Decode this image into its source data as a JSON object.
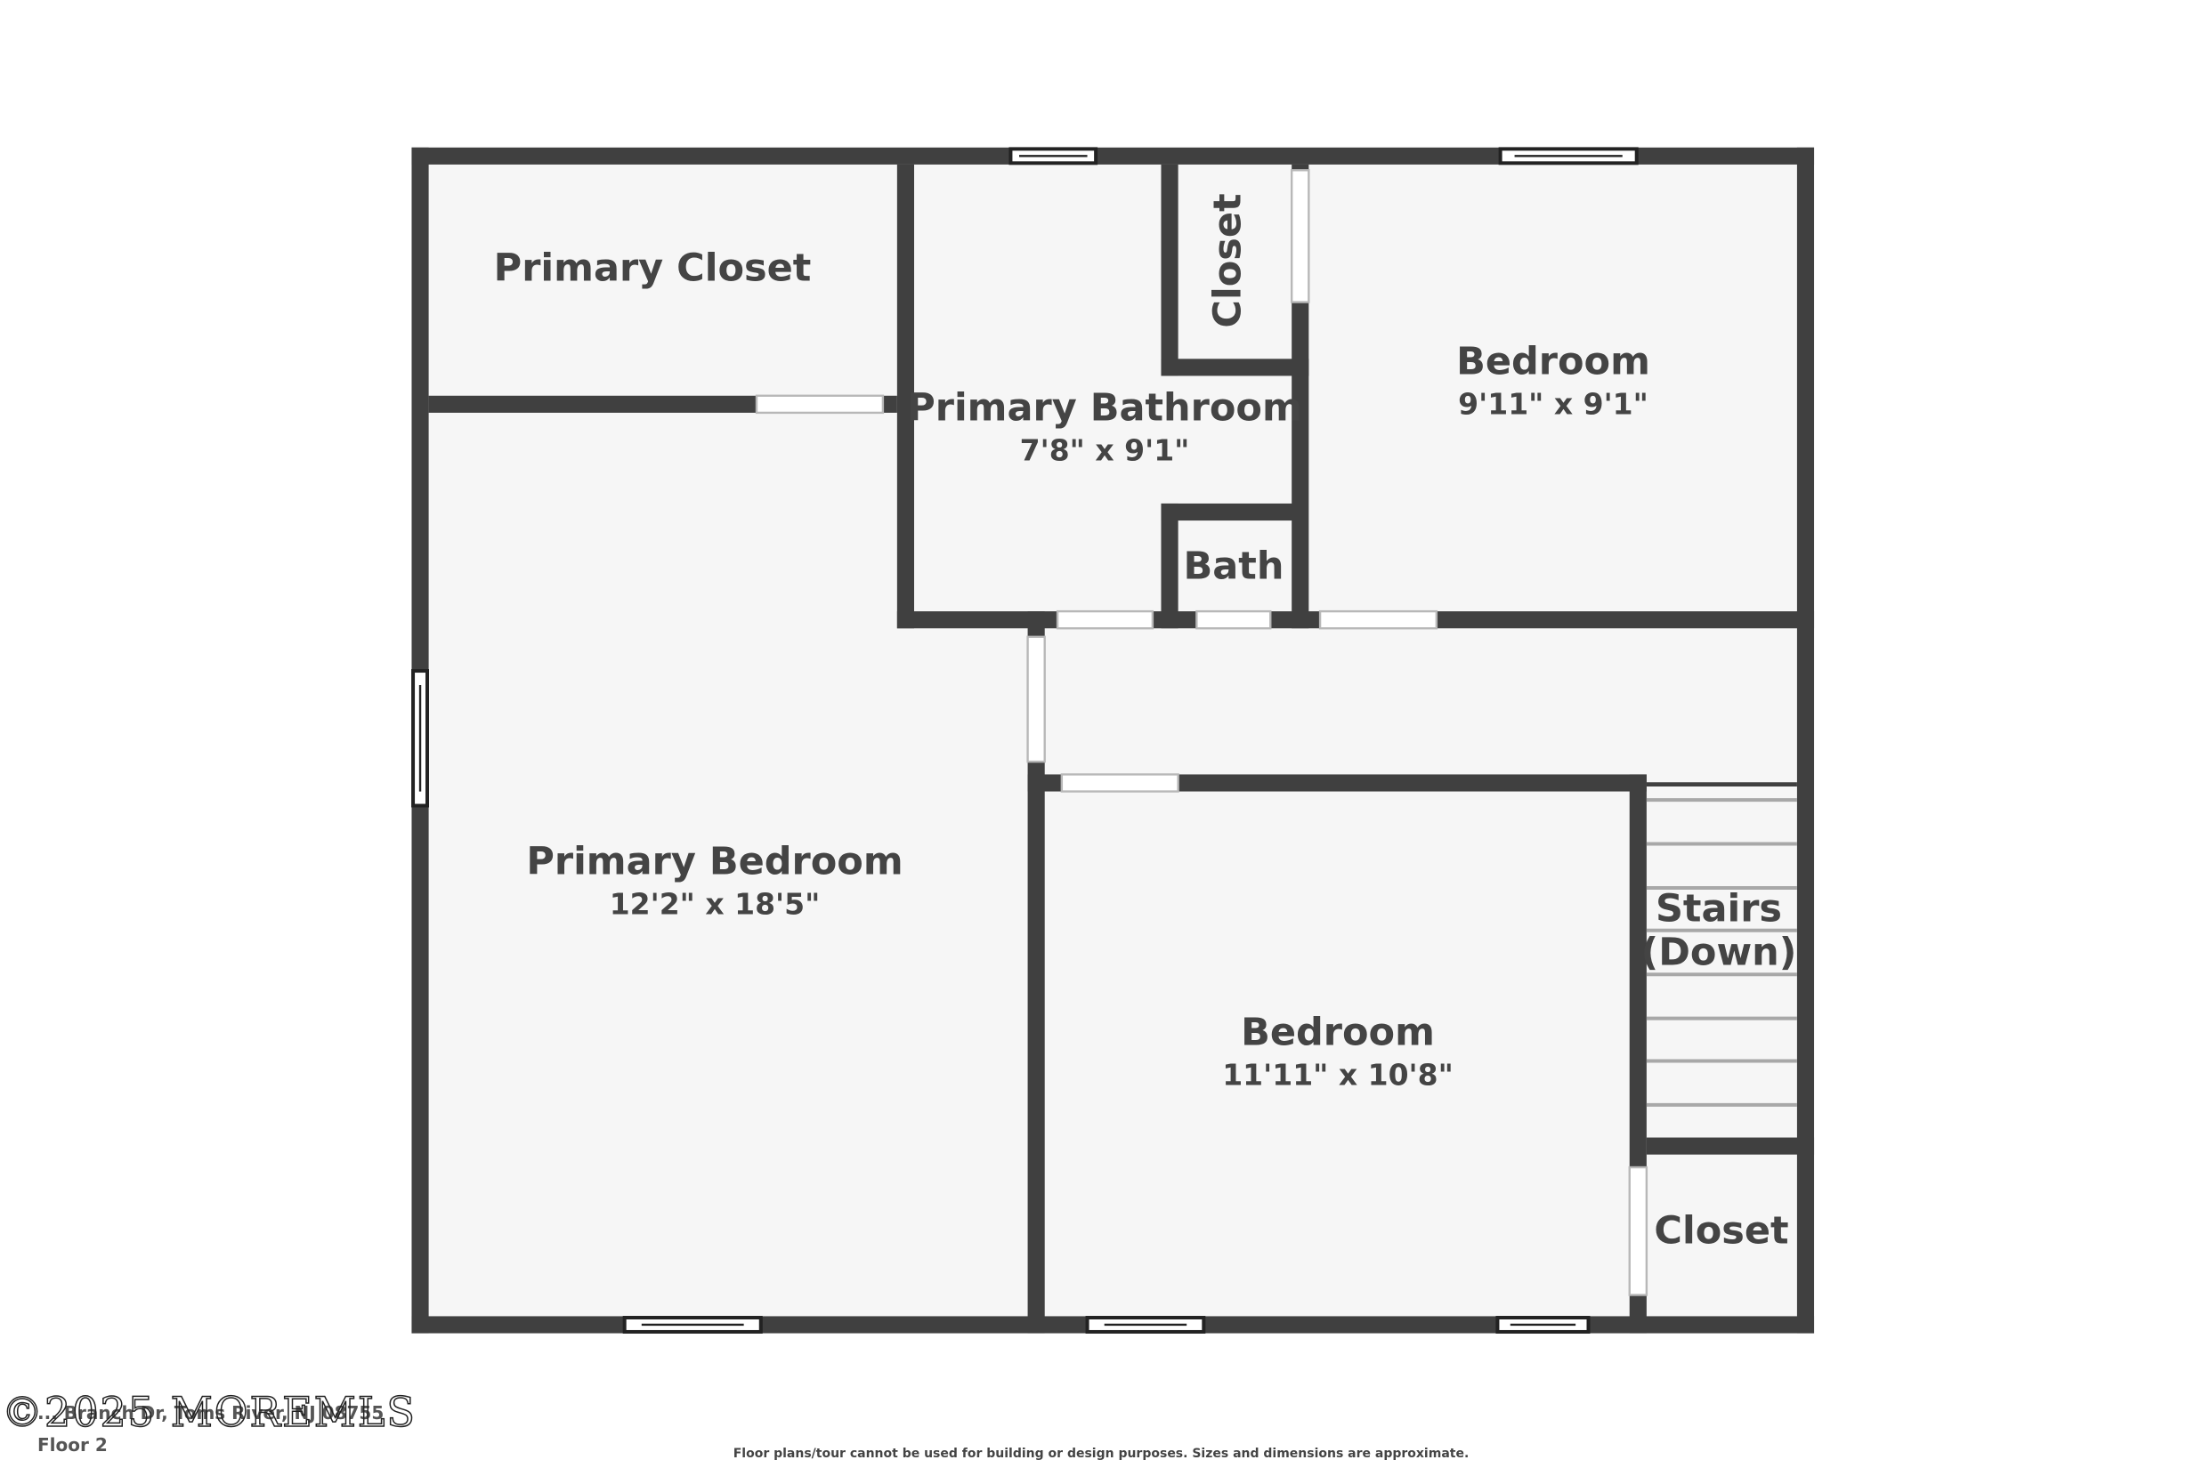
{
  "floor_plan": {
    "floor_label": "Floor 2",
    "rooms": [
      {
        "name": "Primary Closet",
        "dimensions": ""
      },
      {
        "name": "Primary Bathroom",
        "dimensions": "7'8\" x 9'1\""
      },
      {
        "name": "Closet",
        "dimensions": ""
      },
      {
        "name": "Bedroom",
        "dimensions": "9'11\" x 9'1\""
      },
      {
        "name": "Bath",
        "dimensions": ""
      },
      {
        "name": "Primary Bedroom",
        "dimensions": "12'2\" x 18'5\""
      },
      {
        "name": "Bedroom",
        "dimensions": "11'11\" x 10'8\""
      },
      {
        "name": "Stairs",
        "dimensions": "(Down)"
      },
      {
        "name": "Closet",
        "dimensions": ""
      }
    ],
    "colors": {
      "wall": "#404040",
      "floor": "#f6f6f6",
      "text": "#444444"
    }
  },
  "footer": {
    "address_partial": "... Branch Dr, Toms River, NJ 08755",
    "watermark": "©2025 MOREMLS",
    "disclaimer": "Floor plans/tour cannot be used for building or design purposes. Sizes and dimensions are approximate."
  }
}
